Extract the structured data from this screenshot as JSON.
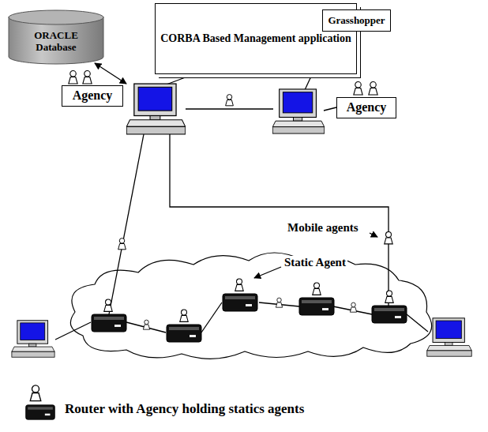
{
  "diagram": {
    "nodes": [
      {
        "text": [
          "ORACLE Database"
        ]
      },
      {
        "text": [
          "CORBA Based Management application"
        ]
      },
      {
        "text": [
          "Grasshopper"
        ]
      },
      {
        "text": [
          "Agency"
        ]
      },
      {
        "text": [
          "Agency"
        ]
      }
    ],
    "labels": [
      "Mobile agents",
      "Static Agent"
    ],
    "legend": [
      {
        "text": "Router with Agency holding statics agents"
      }
    ]
  }
}
